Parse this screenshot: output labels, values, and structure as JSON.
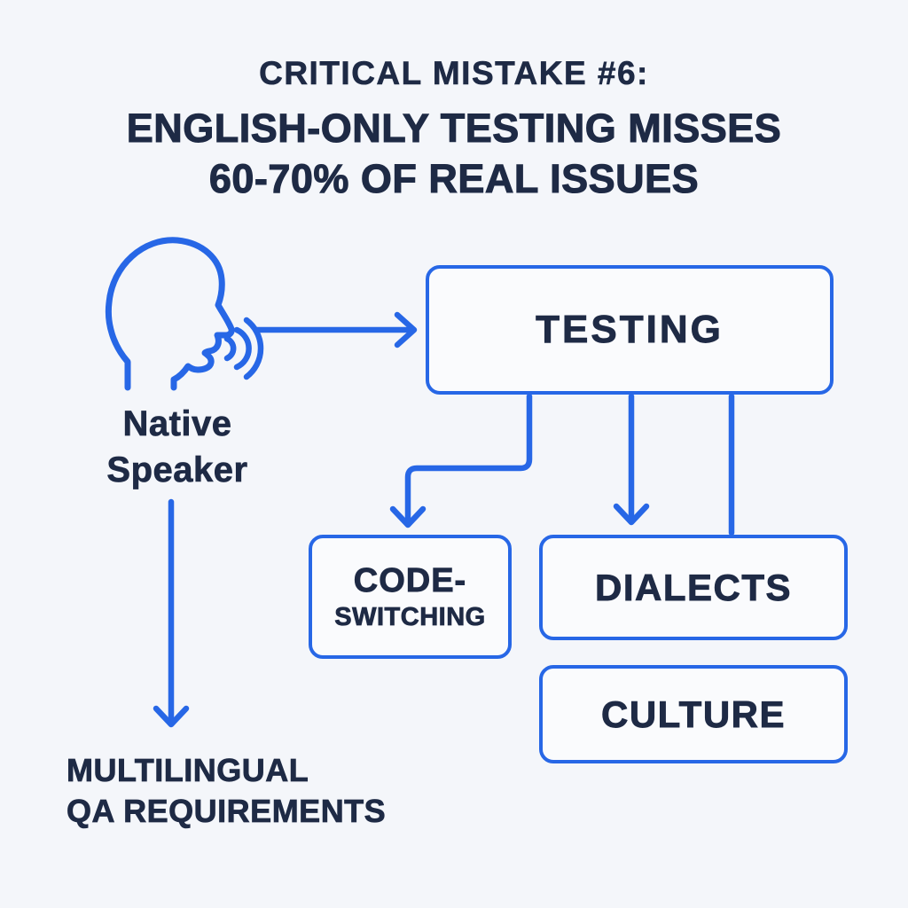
{
  "colors": {
    "background": "#F4F6FA",
    "line_blue": "#2767E6",
    "text_navy": "#1E2A45",
    "box_fill": "#FAFBFD"
  },
  "title": {
    "line1": "CRITICAL MISTAKE #6:",
    "line2": "ENGLISH-ONLY TESTING MISSES",
    "line3": "60-70% OF REAL ISSUES"
  },
  "source": {
    "icon": "speaking-head-icon",
    "label_line1": "Native",
    "label_line2": "Speaker"
  },
  "nodes": {
    "testing": {
      "label": "TESTING"
    },
    "code_switching": {
      "line1": "CODE-",
      "line2": "SWITCHING"
    },
    "dialects": {
      "label": "DIALECTS"
    },
    "culture": {
      "label": "CULTURE"
    }
  },
  "outcome": {
    "line1": "MULTILINGUAL",
    "line2": "QA REQUIREMENTS"
  },
  "icons": [
    "speaking-head-icon",
    "arrow-right-icon",
    "arrow-down-icon"
  ]
}
